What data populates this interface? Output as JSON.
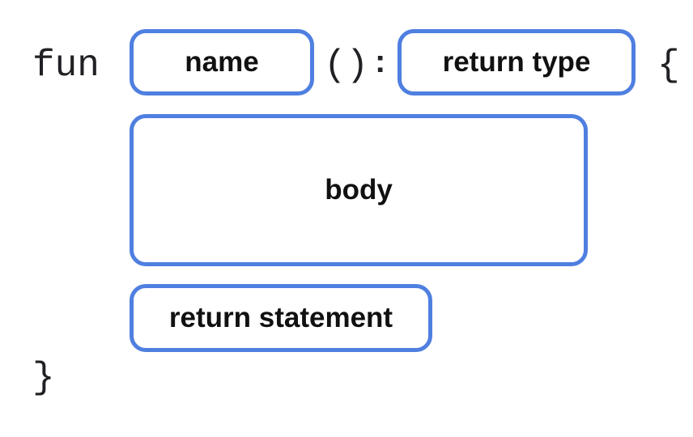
{
  "code": {
    "keyword": "fun",
    "parens": "()",
    "colon": ":",
    "open_brace": "{",
    "close_brace": "}"
  },
  "parts": {
    "name": "name",
    "return_type": "return type",
    "body": "body",
    "return_statement": "return statement"
  },
  "colors": {
    "box_border": "#4f7fe0",
    "text": "#111111"
  }
}
